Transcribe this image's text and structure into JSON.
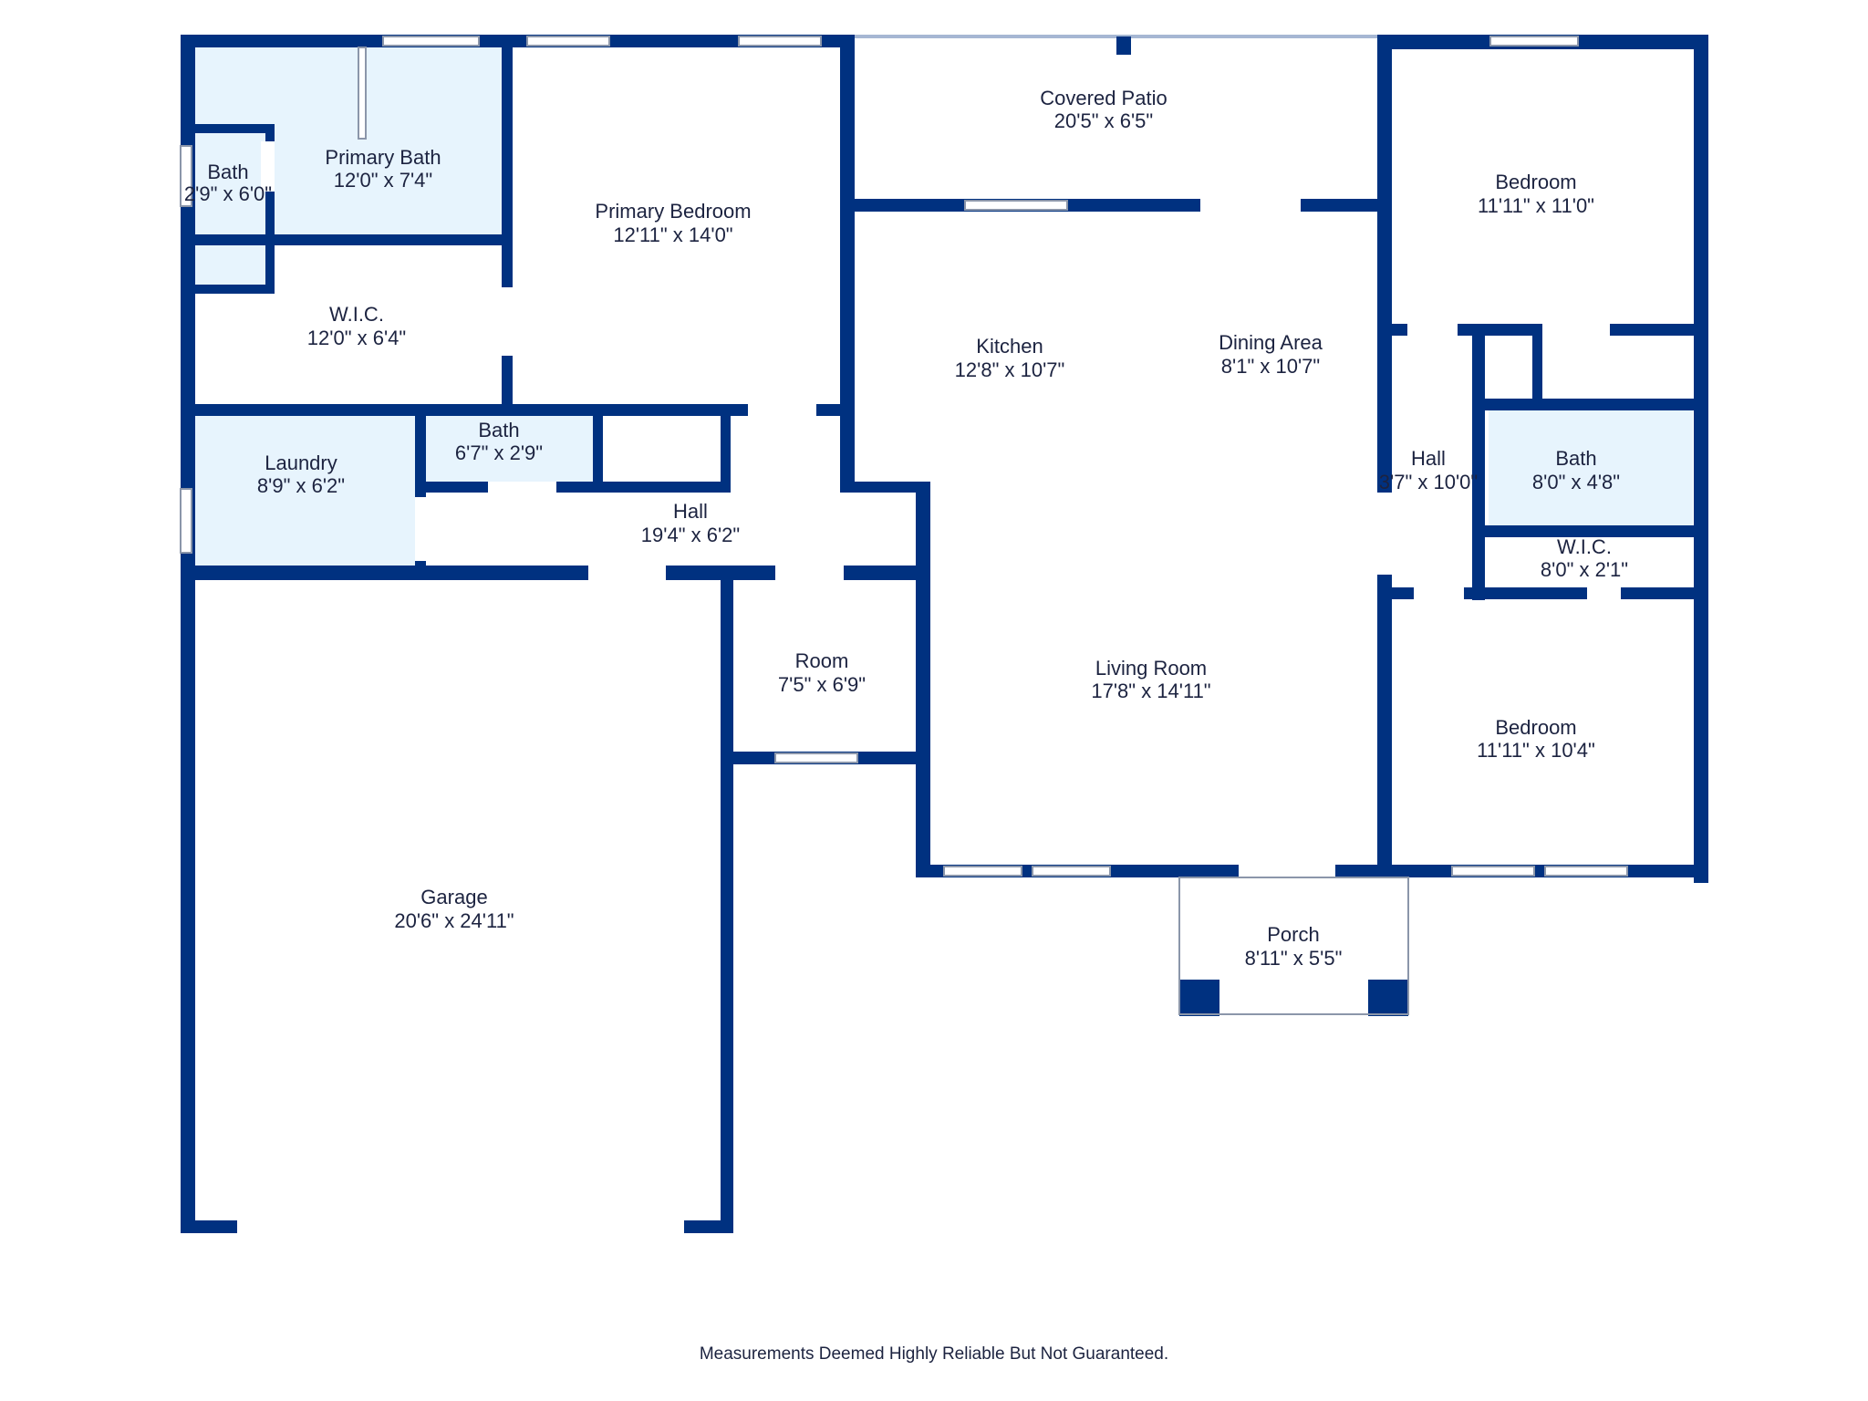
{
  "colors": {
    "wall": "#003180",
    "wet_room_fill": "#e7f4fd",
    "room_fill": "#ffffff",
    "window_frame": "#8b96aa"
  },
  "rooms": {
    "bath_small": {
      "name": "Bath",
      "dims": "2'9\" x 6'0\""
    },
    "primary_bath": {
      "name": "Primary Bath",
      "dims": "12'0\" x 7'4\""
    },
    "primary_bedroom": {
      "name": "Primary Bedroom",
      "dims": "12'11\" x 14'0\""
    },
    "wic_primary": {
      "name": "W.I.C.",
      "dims": "12'0\" x 6'4\""
    },
    "covered_patio": {
      "name": "Covered Patio",
      "dims": "20'5\" x 6'5\""
    },
    "bedroom_ne": {
      "name": "Bedroom",
      "dims": "11'11\" x 11'0\""
    },
    "kitchen": {
      "name": "Kitchen",
      "dims": "12'8\" x 10'7\""
    },
    "dining_area": {
      "name": "Dining Area",
      "dims": "8'1\" x 10'7\""
    },
    "laundry": {
      "name": "Laundry",
      "dims": "8'9\" x 6'2\""
    },
    "bath_mid": {
      "name": "Bath",
      "dims": "6'7\" x 2'9\""
    },
    "hall_main": {
      "name": "Hall",
      "dims": "19'4\" x 6'2\""
    },
    "hall_east": {
      "name": "Hall",
      "dims": "3'7\" x 10'0\""
    },
    "bath_east": {
      "name": "Bath",
      "dims": "8'0\" x 4'8\""
    },
    "wic_east": {
      "name": "W.I.C.",
      "dims": "8'0\" x 2'1\""
    },
    "room": {
      "name": "Room",
      "dims": "7'5\" x 6'9\""
    },
    "living_room": {
      "name": "Living Room",
      "dims": "17'8\" x 14'11\""
    },
    "bedroom_se": {
      "name": "Bedroom",
      "dims": "11'11\" x 10'4\""
    },
    "garage": {
      "name": "Garage",
      "dims": "20'6\" x 24'11\""
    },
    "porch": {
      "name": "Porch",
      "dims": "8'11\" x 5'5\""
    }
  },
  "footer": {
    "disclaimer": "Measurements Deemed Highly Reliable But Not Guaranteed."
  }
}
